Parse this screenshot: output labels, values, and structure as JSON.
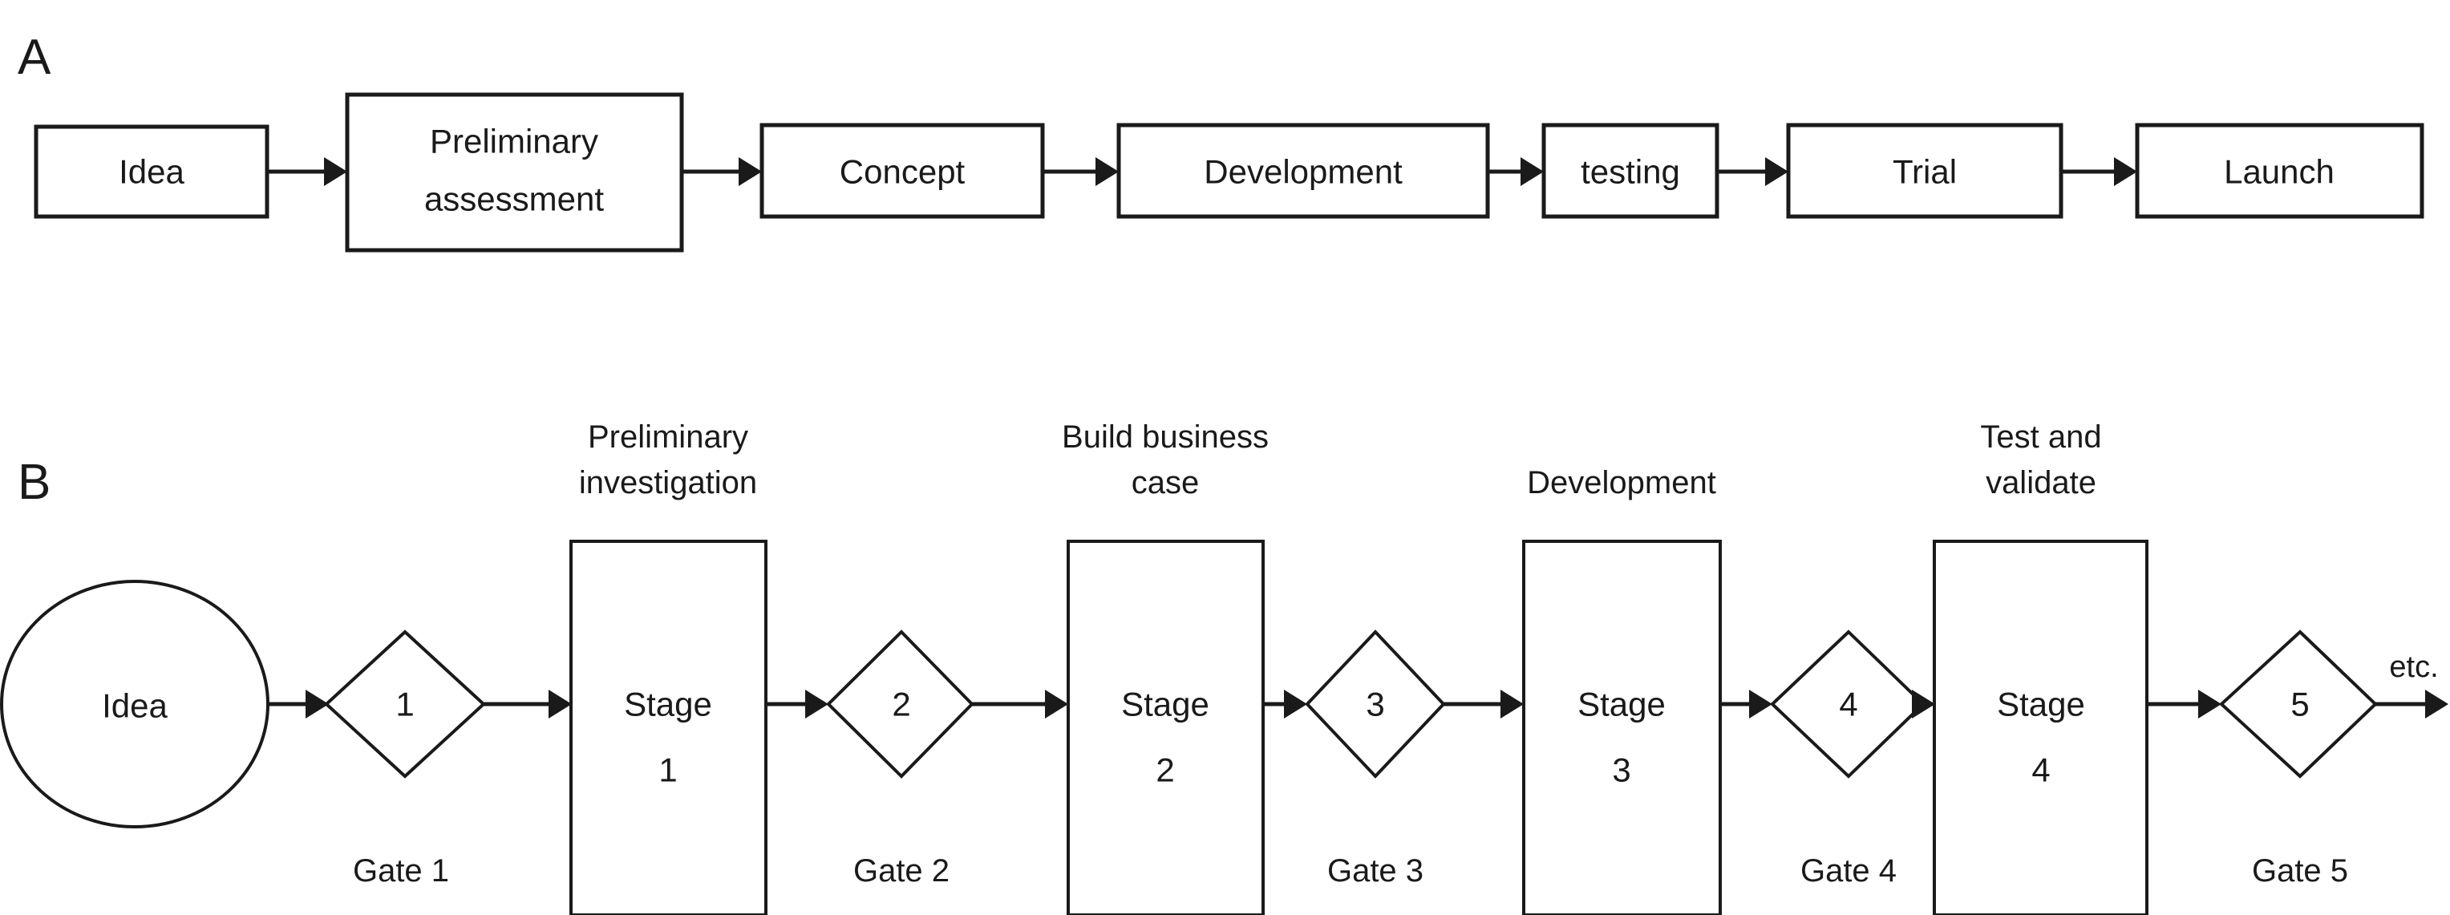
{
  "figure": {
    "background_color": "#ffffff",
    "line_color": "#1a1a1a",
    "panels": [
      {
        "id": "A",
        "letter": "A"
      },
      {
        "id": "B",
        "letter": "B"
      }
    ]
  },
  "panel_a": {
    "letter": "A",
    "type": "linear-process-flow",
    "steps": [
      {
        "index": 1,
        "label": "Idea",
        "lines": [
          "Idea"
        ]
      },
      {
        "index": 2,
        "label": "Preliminary assessment",
        "lines": [
          "Preliminary",
          "assessment"
        ]
      },
      {
        "index": 3,
        "label": "Concept",
        "lines": [
          "Concept"
        ]
      },
      {
        "index": 4,
        "label": "Development",
        "lines": [
          "Development"
        ]
      },
      {
        "index": 5,
        "label": "testing",
        "lines": [
          "testing"
        ]
      },
      {
        "index": 6,
        "label": "Trial",
        "lines": [
          "Trial"
        ]
      },
      {
        "index": 7,
        "label": "Launch",
        "lines": [
          "Launch"
        ]
      }
    ],
    "arrow_count": 6
  },
  "panel_b": {
    "letter": "B",
    "type": "stage-gate-flow",
    "start_node": {
      "shape": "ellipse",
      "label": "Idea"
    },
    "gates": [
      {
        "number": "1",
        "caption": "Gate 1"
      },
      {
        "number": "2",
        "caption": "Gate 2"
      },
      {
        "number": "3",
        "caption": "Gate 3"
      },
      {
        "number": "4",
        "caption": "Gate 4"
      },
      {
        "number": "5",
        "caption": "Gate 5"
      }
    ],
    "stages": [
      {
        "number": "1",
        "label_line1": "Stage",
        "label_line2": "1",
        "caption_lines": [
          "Preliminary",
          "investigation"
        ]
      },
      {
        "number": "2",
        "label_line1": "Stage",
        "label_line2": "2",
        "caption_lines": [
          "Build business",
          "case"
        ]
      },
      {
        "number": "3",
        "label_line1": "Stage",
        "label_line2": "3",
        "caption_lines": [
          "Development"
        ]
      },
      {
        "number": "4",
        "label_line1": "Stage",
        "label_line2": "4",
        "caption_lines": [
          "Test and",
          "validate"
        ]
      }
    ],
    "continuation_label": "etc."
  }
}
